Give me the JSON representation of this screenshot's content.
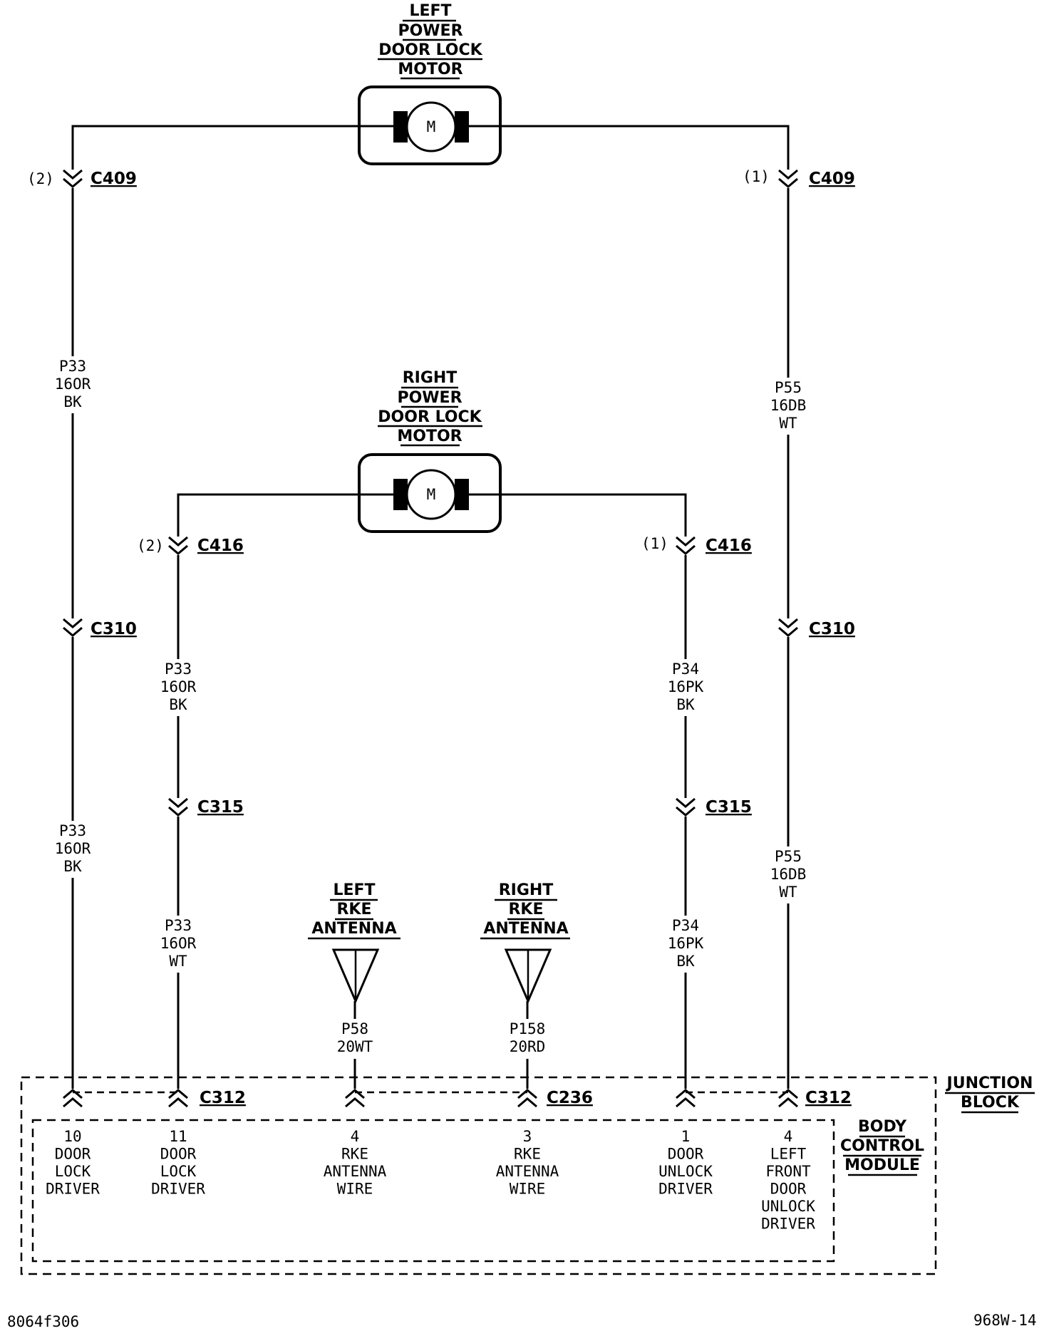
{
  "components": {
    "left_motor": {
      "title": [
        "LEFT",
        "POWER",
        "DOOR LOCK",
        "MOTOR"
      ],
      "symbol": "M"
    },
    "right_motor": {
      "title": [
        "RIGHT",
        "POWER",
        "DOOR LOCK",
        "MOTOR"
      ],
      "symbol": "M"
    },
    "left_antenna": {
      "title": [
        "LEFT",
        "RKE",
        "ANTENNA"
      ]
    },
    "right_antenna": {
      "title": [
        "RIGHT",
        "RKE",
        "ANTENNA"
      ]
    },
    "junction_block": {
      "title": [
        "JUNCTION",
        "BLOCK"
      ]
    },
    "body_control_module": {
      "title": [
        "BODY",
        "CONTROL",
        "MODULE"
      ]
    }
  },
  "connectors": {
    "c409_left": {
      "pin": "(2)",
      "name": "C409"
    },
    "c409_right": {
      "pin": "(1)",
      "name": "C409"
    },
    "c416_left": {
      "pin": "(2)",
      "name": "C416"
    },
    "c416_right": {
      "pin": "(1)",
      "name": "C416"
    },
    "c310_left": {
      "name": "C310"
    },
    "c310_right": {
      "name": "C310"
    },
    "c315_left": {
      "name": "C315"
    },
    "c315_right": {
      "name": "C315"
    },
    "c312_left": {
      "name": "C312"
    },
    "c236": {
      "name": "C236"
    },
    "c312_right": {
      "name": "C312"
    }
  },
  "wire_labels": {
    "p33_upper": [
      "P33",
      "16OR",
      "BK"
    ],
    "p33_lower_left": [
      "P33",
      "16OR",
      "BK"
    ],
    "p33_mid": [
      "P33",
      "16OR",
      "BK"
    ],
    "p33_mid_lower": [
      "P33",
      "16OR",
      "WT"
    ],
    "p34_upper": [
      "P34",
      "16PK",
      "BK"
    ],
    "p34_lower": [
      "P34",
      "16PK",
      "BK"
    ],
    "p55_upper": [
      "P55",
      "16DB",
      "WT"
    ],
    "p55_lower": [
      "P55",
      "16DB",
      "WT"
    ],
    "p58": [
      "P58",
      "20WT"
    ],
    "p158": [
      "P158",
      "20RD"
    ]
  },
  "module_pins": [
    {
      "lines": [
        "10",
        "DOOR",
        "LOCK",
        "DRIVER"
      ]
    },
    {
      "lines": [
        "11",
        "DOOR",
        "LOCK",
        "DRIVER"
      ]
    },
    {
      "lines": [
        "4",
        "RKE",
        "ANTENNA",
        "WIRE"
      ]
    },
    {
      "lines": [
        "3",
        "RKE",
        "ANTENNA",
        "WIRE"
      ]
    },
    {
      "lines": [
        "1",
        "DOOR",
        "UNLOCK",
        "DRIVER"
      ]
    },
    {
      "lines": [
        "4",
        "LEFT",
        "FRONT",
        "DOOR",
        "UNLOCK",
        "DRIVER"
      ]
    }
  ],
  "footer": {
    "left_code": "8064f306",
    "right_code": "968W-14"
  }
}
